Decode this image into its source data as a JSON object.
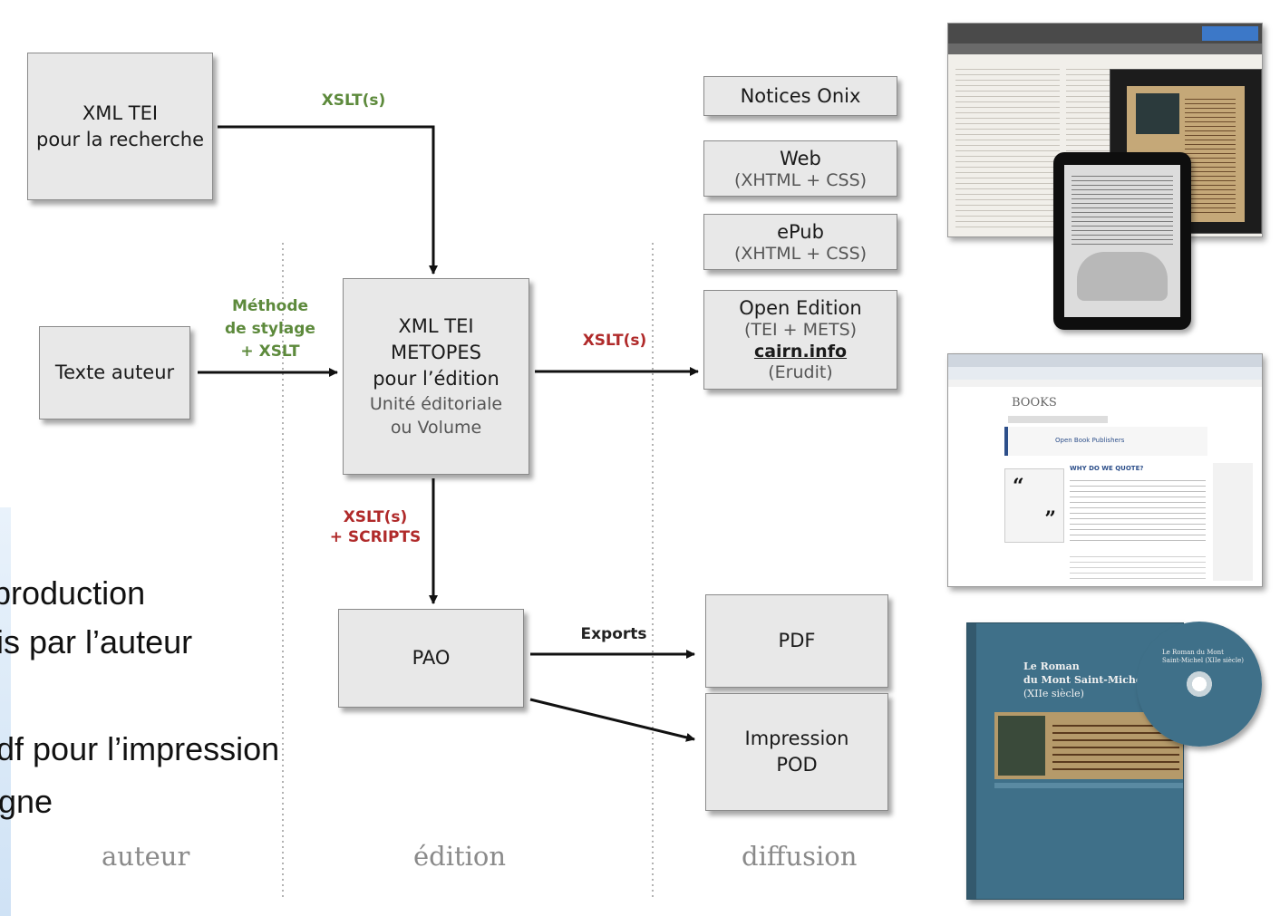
{
  "columns": {
    "author": "auteur",
    "edition": "édition",
    "diffusion": "diffusion"
  },
  "background_text": [
    "production",
    "is par l’auteur",
    "df pour l’impression",
    "gne"
  ],
  "boxes": {
    "xml_research": [
      "XML TEI",
      "pour la recherche"
    ],
    "texte_auteur": "Texte auteur",
    "metopes": {
      "lines": [
        "XML TEI",
        "METOPES",
        "pour l’édition"
      ],
      "sub": [
        "Unité éditoriale",
        "ou Volume"
      ]
    },
    "pao": "PAO",
    "onix": "Notices Onix",
    "web": {
      "title": "Web",
      "sub": "(XHTML + CSS)"
    },
    "epub": {
      "title": "ePub",
      "sub": "(XHTML + CSS)"
    },
    "openedition": {
      "title": "Open Edition",
      "sub": "(TEI + METS)",
      "link": "cairn.info",
      "sub2": "(Erudit)"
    },
    "pdf": "PDF",
    "impression": [
      "Impression",
      "POD"
    ]
  },
  "labels": {
    "xslt_top": "XSLT(s)",
    "methode": [
      "Méthode",
      "de stylage",
      "+ XSLT"
    ],
    "xslt_right": "XSLT(s)",
    "xslt_scripts": [
      "XSLT(s)",
      "+ SCRIPTS"
    ],
    "exports": "Exports"
  },
  "thumbnails": {
    "openbook": {
      "logo": "BOOKS",
      "publisher": "Open Book Publishers",
      "book_title": "WHY DO WE QUOTE?"
    },
    "cover": {
      "title": [
        "Le Roman",
        "du Mont Saint-Michel",
        "(XIIe siècle)"
      ],
      "disc_title": [
        "Le Roman du Mont",
        "Saint-Michel (XIIe siècle)"
      ]
    }
  },
  "colors": {
    "box_fill": "#e8e8e8",
    "label_green": "#5d8a3c",
    "label_red": "#b02a2a",
    "cover_blue": "#3f7089"
  }
}
